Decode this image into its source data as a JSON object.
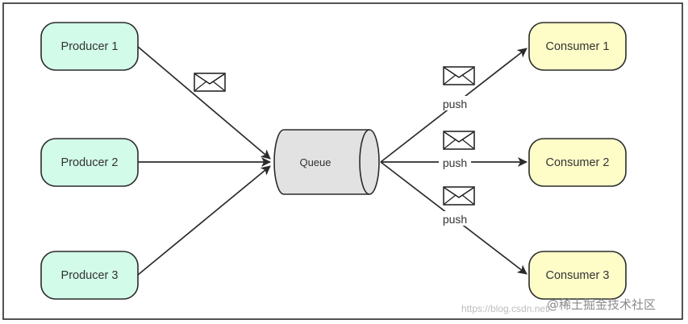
{
  "producers": [
    {
      "label": "Producer 1"
    },
    {
      "label": "Producer 2"
    },
    {
      "label": "Producer 3"
    }
  ],
  "queue": {
    "label": "Queue"
  },
  "consumers": [
    {
      "label": "Consumer 1"
    },
    {
      "label": "Consumer 2"
    },
    {
      "label": "Consumer 3"
    }
  ],
  "edges": {
    "push_labels": [
      "push",
      "push",
      "push"
    ]
  },
  "watermark": {
    "url_text": "https://blog.csdn.net/",
    "brand_text": "@稀土掘金技术社区"
  },
  "colors": {
    "producer_fill": "#d2fbe9",
    "consumer_fill": "#fefdc8",
    "queue_fill": "#e2e2e2",
    "stroke": "#2b2b2b"
  },
  "icons": {
    "message": "envelope-icon"
  }
}
